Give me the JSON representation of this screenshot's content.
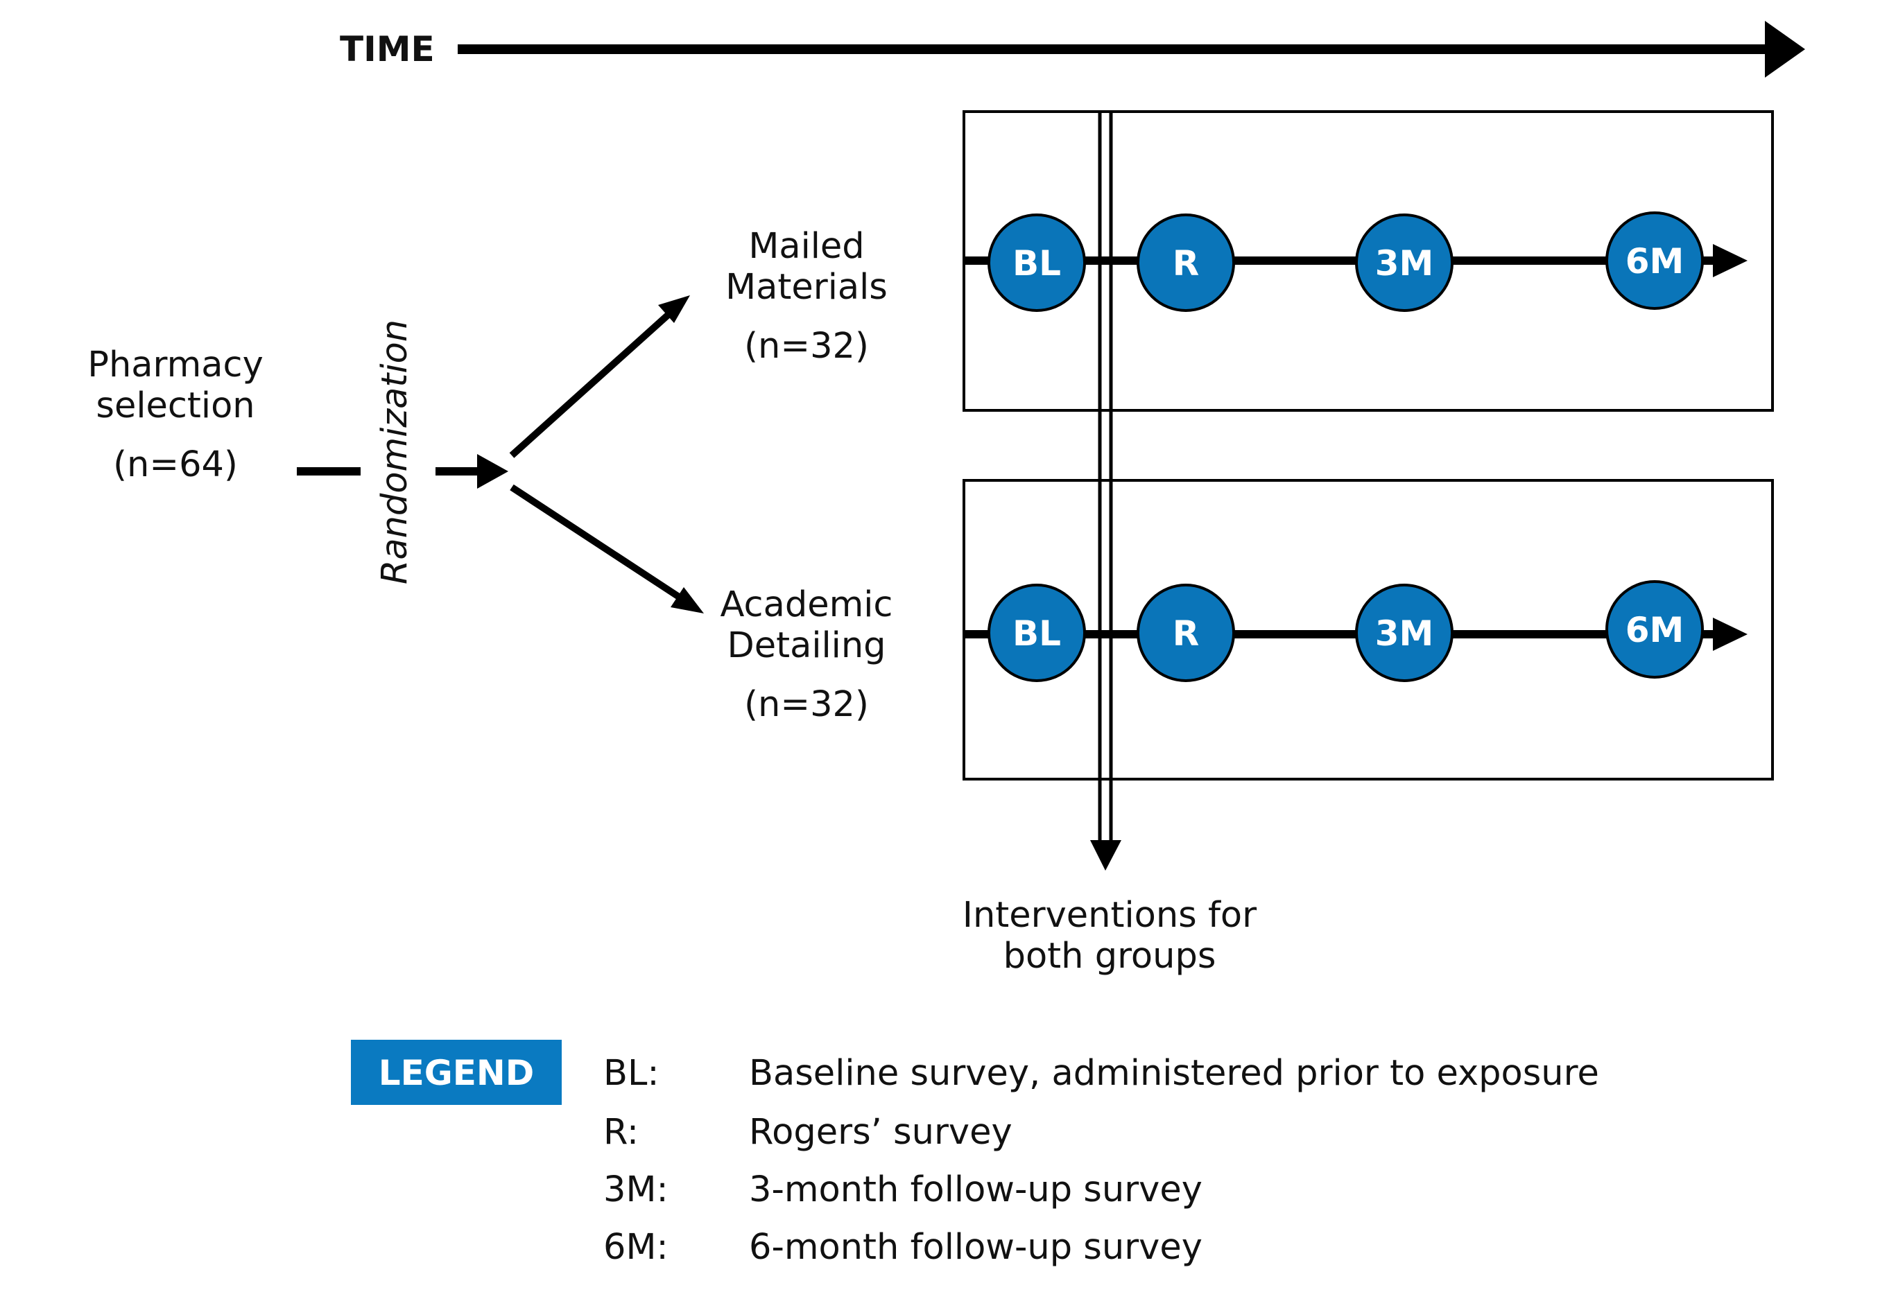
{
  "time_label": "TIME",
  "source": {
    "line1": "Pharmacy",
    "line2": "selection",
    "count": "(n=64)"
  },
  "randomization": "Randomization",
  "groups": [
    {
      "line1": "Mailed",
      "line2": "Materials",
      "count": "(n=32)",
      "nodes": [
        "BL",
        "R",
        "3M",
        "6M"
      ]
    },
    {
      "line1": "Academic",
      "line2": "Detailing",
      "count": "(n=32)",
      "nodes": [
        "BL",
        "R",
        "3M",
        "6M"
      ]
    }
  ],
  "intervention": {
    "line1": "Interventions for",
    "line2": "both groups"
  },
  "legend": {
    "title": "LEGEND",
    "items": [
      {
        "key": "BL:",
        "desc": "Baseline survey, administered prior to exposure"
      },
      {
        "key": "R:",
        "desc": "Rogers’ survey"
      },
      {
        "key": "3M:",
        "desc": "3-month follow-up survey"
      },
      {
        "key": "6M:",
        "desc": "6-month follow-up survey"
      }
    ]
  },
  "colors": {
    "node_fill": "#0a75b9",
    "legend_fill": "#0a7ac1",
    "line": "#000000",
    "text": "#111111"
  }
}
